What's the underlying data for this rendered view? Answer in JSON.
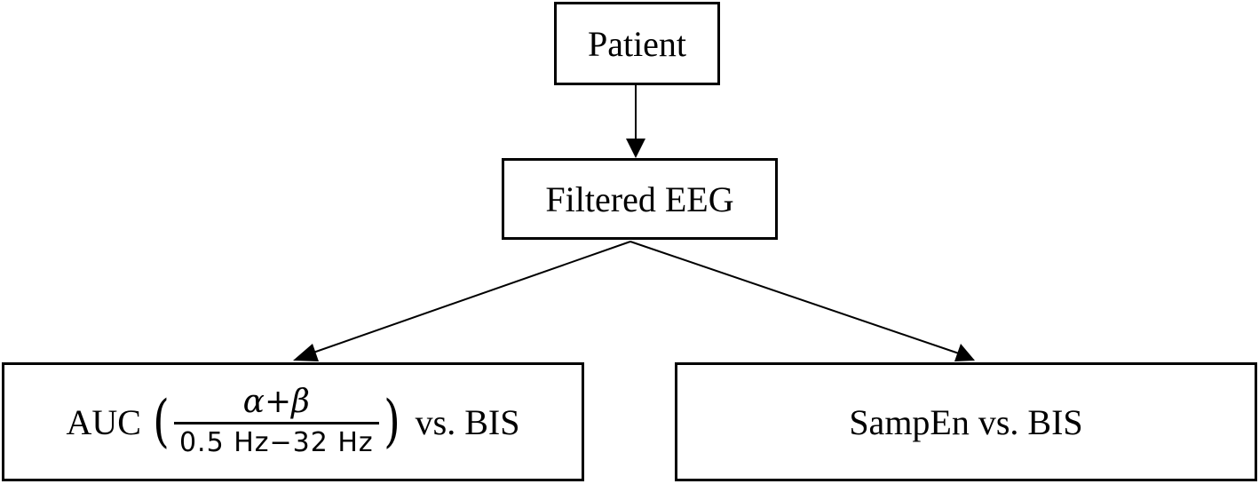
{
  "nodes": {
    "patient": {
      "label": "Patient"
    },
    "filtered_eeg": {
      "label": "Filtered EEG"
    },
    "auc": {
      "prefix": "AUC",
      "open_paren": "(",
      "numerator": "α+β",
      "denominator": "0.5 Hz−32 Hz",
      "close_paren": ")",
      "suffix": "vs. BIS"
    },
    "sampen": {
      "label": "SampEn vs. BIS"
    }
  },
  "edges": [
    {
      "from": "patient",
      "to": "filtered_eeg"
    },
    {
      "from": "filtered_eeg",
      "to": "auc"
    },
    {
      "from": "filtered_eeg",
      "to": "sampen"
    }
  ],
  "colors": {
    "stroke": "#000000",
    "background": "#ffffff"
  }
}
